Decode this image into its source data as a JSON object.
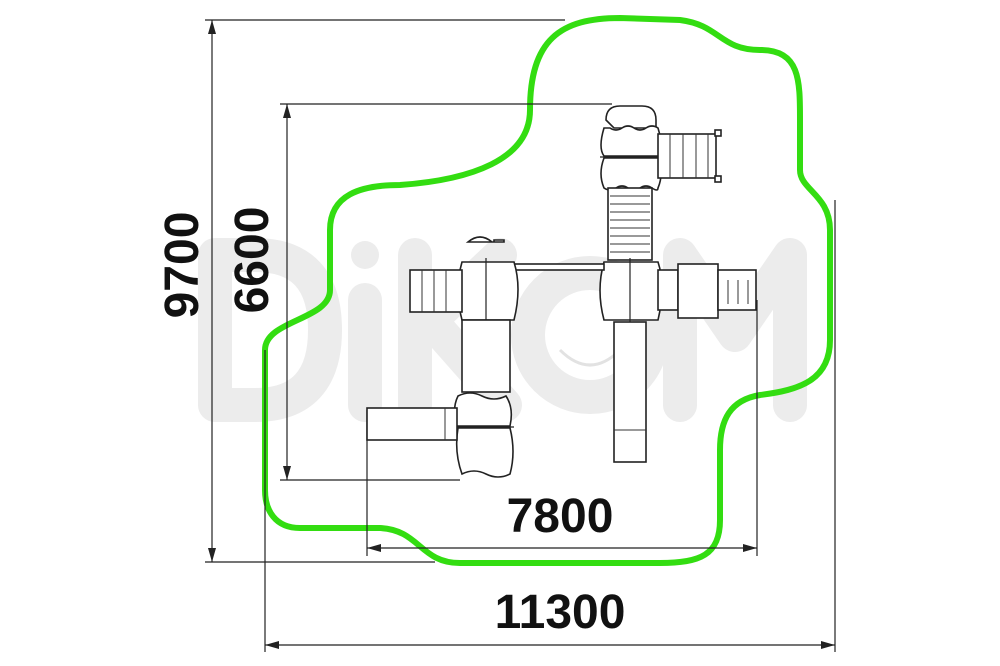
{
  "drawing": {
    "watermark_logo": "DiKOM",
    "dimensions": {
      "overall_height": "9700",
      "equipment_height": "6600",
      "equipment_width": "7800",
      "overall_width": "11300"
    },
    "colors": {
      "safety_zone": "#33dd11",
      "lines": "#222222"
    }
  }
}
